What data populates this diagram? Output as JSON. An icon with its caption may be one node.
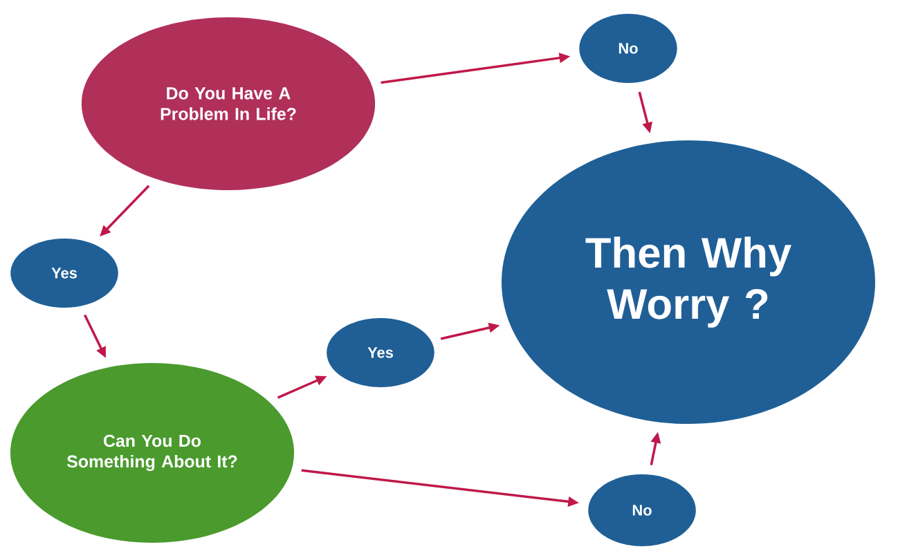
{
  "diagram": {
    "nodes": [
      {
        "text": [
          "Do You Have A Problem In Life?"
        ]
      },
      {
        "text": [
          "No"
        ]
      },
      {
        "text": [
          "Yes"
        ]
      },
      {
        "text": [
          "Can You Do Something About It?"
        ]
      },
      {
        "text": [
          "Yes"
        ]
      },
      {
        "text": [
          "Then Why Worry ?"
        ]
      },
      {
        "text": [
          "No"
        ]
      }
    ],
    "edges": [
      {
        "from": 0,
        "to": 1,
        "arrow": "to"
      },
      {
        "from": 1,
        "to": 5,
        "arrow": "to"
      },
      {
        "from": 0,
        "to": 2,
        "arrow": "to"
      },
      {
        "from": 2,
        "to": 3,
        "arrow": "to"
      },
      {
        "from": 3,
        "to": 4,
        "arrow": "to"
      },
      {
        "from": 4,
        "to": 5,
        "arrow": "to"
      },
      {
        "from": 3,
        "to": 6,
        "arrow": "to"
      },
      {
        "from": 6,
        "to": 5,
        "arrow": "to"
      }
    ]
  }
}
